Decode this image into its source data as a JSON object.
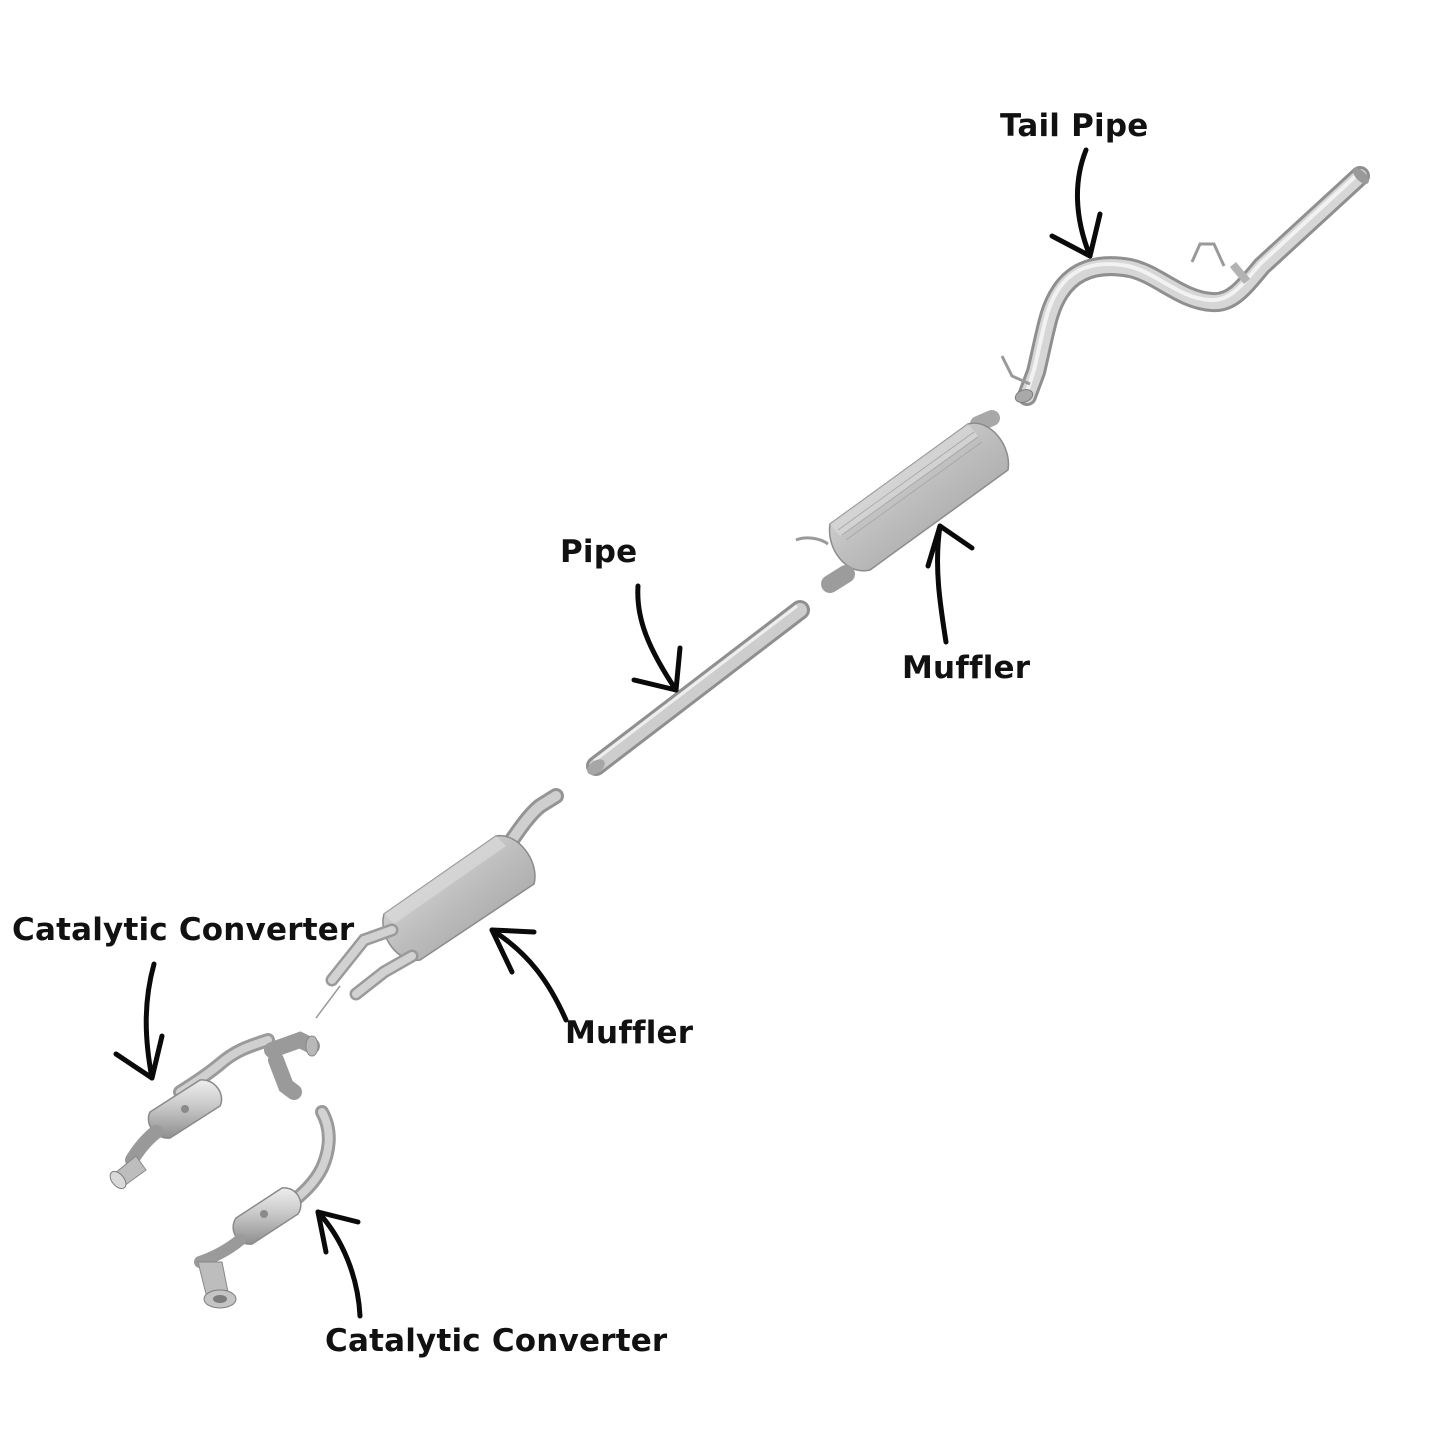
{
  "labels": {
    "tail_pipe": "Tail Pipe",
    "pipe": "Pipe",
    "muffler_rear": "Muffler",
    "muffler_front": "Muffler",
    "catalytic_converter_upper": "Catalytic Converter",
    "catalytic_converter_lower": "Catalytic Converter"
  },
  "colors": {
    "text": "#111111",
    "arrow": "#0a0a0a",
    "metal_light": "#e4e4e4",
    "metal_mid": "#b9b9b9",
    "metal_dark": "#8a8a8a",
    "background": "#ffffff"
  }
}
